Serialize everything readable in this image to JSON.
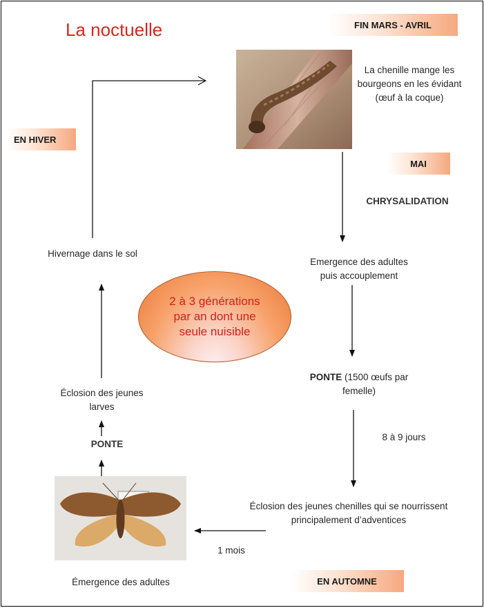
{
  "title": "La noctuelle",
  "tags": {
    "fin_mars_avril": "FIN MARS - AVRIL",
    "mai": "MAI",
    "en_hiver": "EN HIVER",
    "en_automne": "EN AUTOMNE"
  },
  "labels": {
    "chenille": "La chenille mange les bourgeons en les évidant (œuf à la coque)",
    "chrysalidation": "CHRYSALIDATION",
    "emergence_accouplement": "Emergence des adultes puis accouplement",
    "ponte_bold": "PONTE",
    "ponte_rest": " (1500 œufs par femelle)",
    "jours": "8 à 9 jours",
    "eclosion_chenilles": "Éclosion des jeunes chenilles qui se nourrissent principalement d’adventices",
    "un_mois": "1 mois",
    "emergence_adultes": "Émergence des adultes",
    "ponte": "PONTE",
    "eclosion_larves": "Éclosion des jeunes larves",
    "hivernage": "Hivernage dans le sol"
  },
  "center_note": "2 à 3 générations par an dont une seule nuisible",
  "colors": {
    "title": "#d9261c",
    "tag_accent": "#f6a87f",
    "ellipse": "#f7a26a"
  }
}
